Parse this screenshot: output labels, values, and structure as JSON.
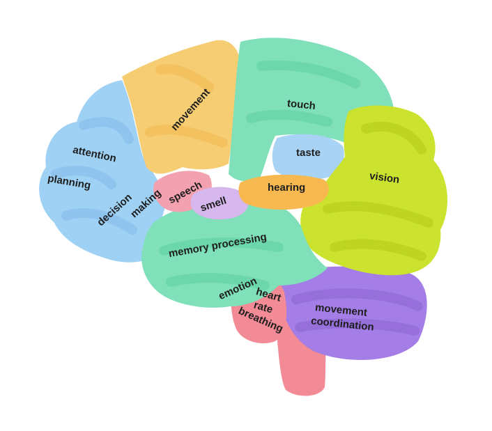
{
  "diagram": {
    "regions": [
      {
        "id": "frontal",
        "color": "#9fd1f5",
        "labels": [
          "attention",
          "planning",
          "decision",
          "making"
        ]
      },
      {
        "id": "motor",
        "color": "#f7cd74",
        "labels": [
          "movement"
        ]
      },
      {
        "id": "parietal",
        "color": "#7fe0b9",
        "labels": [
          "touch"
        ]
      },
      {
        "id": "gustatory",
        "color": "#a9d3f5",
        "labels": [
          "taste"
        ]
      },
      {
        "id": "broca",
        "color": "#f3a0b0",
        "labels": [
          "speech"
        ]
      },
      {
        "id": "olfactory",
        "color": "#d6b8ee",
        "labels": [
          "smell"
        ]
      },
      {
        "id": "auditory",
        "color": "#f6b84f",
        "labels": [
          "hearing"
        ]
      },
      {
        "id": "occipital",
        "color": "#cbe22f",
        "labels": [
          "vision"
        ]
      },
      {
        "id": "temporal",
        "color": "#7fe0b9",
        "labels": [
          "memory processing",
          "emotion"
        ]
      },
      {
        "id": "brainstem",
        "color": "#f28b95",
        "labels": [
          "heart",
          "rate",
          "breathing"
        ]
      },
      {
        "id": "cerebellum",
        "color": "#a47ee6",
        "labels": [
          "movement",
          "coordination"
        ]
      }
    ],
    "labels": {
      "attention": "attention",
      "planning": "planning",
      "decision": "decision",
      "making": "making",
      "movement": "movement",
      "touch": "touch",
      "taste": "taste",
      "speech": "speech",
      "smell": "smell",
      "hearing": "hearing",
      "vision": "vision",
      "memory_processing": "memory processing",
      "emotion": "emotion",
      "heart": "heart",
      "rate": "rate",
      "breathing": "breathing",
      "movement_coordination_1": "movement",
      "movement_coordination_2": "coordination"
    }
  }
}
